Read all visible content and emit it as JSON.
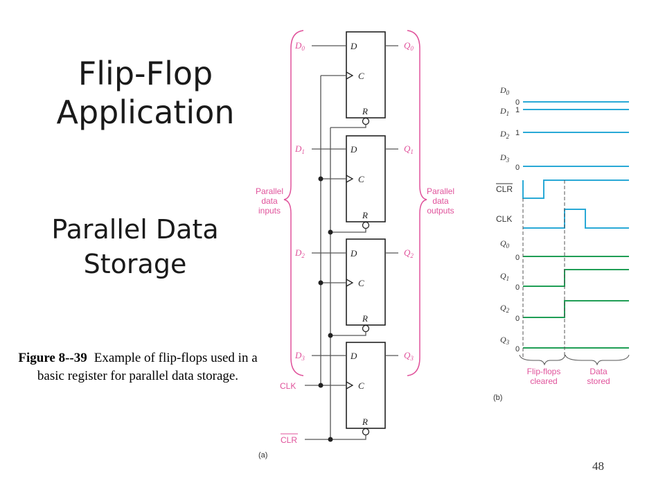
{
  "slide": {
    "title_line1": "Flip-Flop",
    "title_line2": "Application",
    "subtitle_line1": "Parallel Data",
    "subtitle_line2": "Storage",
    "figure_label": "Figure 8--39",
    "caption_text": "Example of flip-flops used in a basic register for parallel data storage.",
    "page_number": "48"
  },
  "circuit": {
    "label": "(a)",
    "d_inputs": [
      "D",
      "D",
      "D",
      "D"
    ],
    "d_subs": [
      "0",
      "1",
      "2",
      "3"
    ],
    "q_outputs": [
      "Q",
      "Q",
      "Q",
      "Q"
    ],
    "q_subs": [
      "0",
      "1",
      "2",
      "3"
    ],
    "ff_pin_d": "D",
    "ff_pin_c": "C",
    "ff_pin_r": "R",
    "inputs_brace": [
      "Parallel",
      "data",
      "inputs"
    ],
    "outputs_brace": [
      "Parallel",
      "data",
      "outputs"
    ],
    "clk_label": "CLK",
    "clr_label": "CLR",
    "pink": "#e0529b"
  },
  "timing": {
    "label": "(b)",
    "signals": [
      {
        "name": "D",
        "sub": "0",
        "level": "0"
      },
      {
        "name": "D",
        "sub": "1",
        "level": "1"
      },
      {
        "name": "D",
        "sub": "2",
        "level": "1"
      },
      {
        "name": "D",
        "sub": "3",
        "level": "0"
      },
      {
        "name": "CLR",
        "sub": "",
        "level": ""
      },
      {
        "name": "CLK",
        "sub": "",
        "level": ""
      },
      {
        "name": "Q",
        "sub": "0",
        "level": "0"
      },
      {
        "name": "Q",
        "sub": "1",
        "level": "0"
      },
      {
        "name": "Q",
        "sub": "2",
        "level": "0"
      },
      {
        "name": "Q",
        "sub": "3",
        "level": "0"
      }
    ],
    "phase1": [
      "Flip-flops",
      "cleared"
    ],
    "phase2": [
      "Data",
      "stored"
    ],
    "cyan": "#29a9d6",
    "green": "#1f9e55"
  }
}
